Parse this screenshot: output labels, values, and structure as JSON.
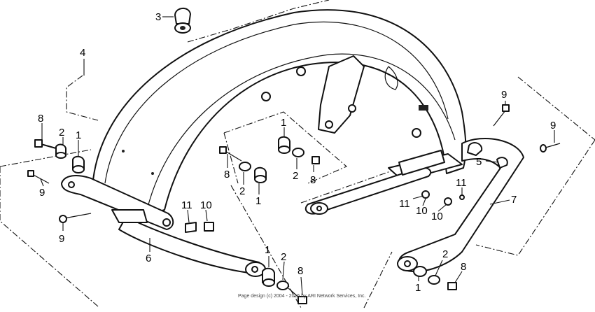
{
  "diagram": {
    "callouts": [
      {
        "id": "c3a",
        "text": "3"
      },
      {
        "id": "c4a",
        "text": "4"
      },
      {
        "id": "c8a",
        "text": "8"
      },
      {
        "id": "c2a",
        "text": "2"
      },
      {
        "id": "c1a",
        "text": "1"
      },
      {
        "id": "c9a",
        "text": "9"
      },
      {
        "id": "c9b",
        "text": "9"
      },
      {
        "id": "c1b",
        "text": "1"
      },
      {
        "id": "c8b",
        "text": "8"
      },
      {
        "id": "c2b",
        "text": "2"
      },
      {
        "id": "c1c",
        "text": "1"
      },
      {
        "id": "c2c",
        "text": "2"
      },
      {
        "id": "c8c",
        "text": "8"
      },
      {
        "id": "c11a",
        "text": "11"
      },
      {
        "id": "c10a",
        "text": "10"
      },
      {
        "id": "c6a",
        "text": "6"
      },
      {
        "id": "c1d",
        "text": "1"
      },
      {
        "id": "c2d",
        "text": "2"
      },
      {
        "id": "c8d",
        "text": "8"
      },
      {
        "id": "c9c",
        "text": "9"
      },
      {
        "id": "c9d",
        "text": "9"
      },
      {
        "id": "c5a",
        "text": "5"
      },
      {
        "id": "c11b",
        "text": "11"
      },
      {
        "id": "c11c",
        "text": "11"
      },
      {
        "id": "c10b",
        "text": "10"
      },
      {
        "id": "c10c",
        "text": "10"
      },
      {
        "id": "c7a",
        "text": "7"
      },
      {
        "id": "c2e",
        "text": "2"
      },
      {
        "id": "c8e",
        "text": "8"
      },
      {
        "id": "c1e",
        "text": "1"
      }
    ],
    "copyright": "Page design (c) 2004 - 2015 by ARI Network Services, Inc."
  }
}
